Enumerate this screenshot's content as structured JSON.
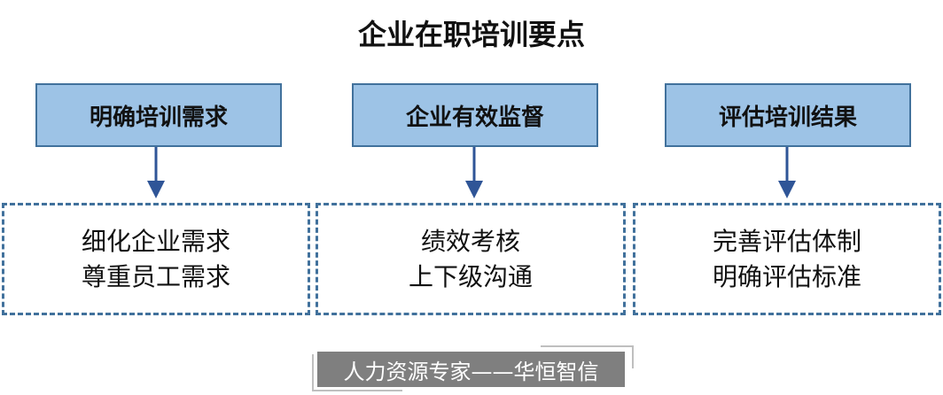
{
  "title": "企业在职培训要点",
  "columns": [
    {
      "heading": "明确培训需求",
      "items": [
        "细化企业需求",
        "尊重员工需求"
      ]
    },
    {
      "heading": "企业有效监督",
      "items": [
        "绩效考核",
        "上下级沟通"
      ]
    },
    {
      "heading": "评估培训结果",
      "items": [
        "完善评估体制",
        "明确评估标准"
      ]
    }
  ],
  "footer": "人力资源专家——华恒智信",
  "colors": {
    "header_fill": "#9dc3e6",
    "border": "#41719c",
    "arrow": "#2f5597",
    "footer_bg": "#7f7f7f"
  }
}
